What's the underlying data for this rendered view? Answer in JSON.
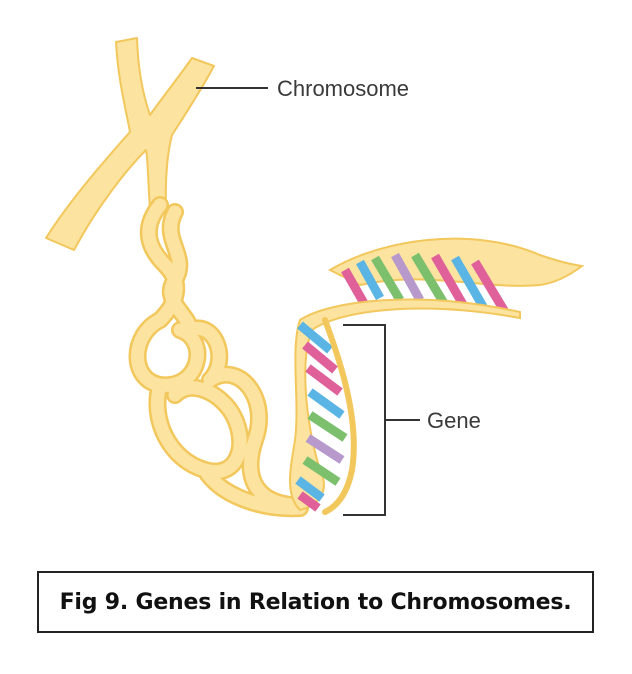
{
  "labels": {
    "chromosome": "Chromosome",
    "gene": "Gene"
  },
  "caption": "Fig 9. Genes in Relation to Chromosomes.",
  "colors": {
    "ribbon_fill": "#FCE3A0",
    "ribbon_edge": "#F2C75C",
    "base_blue": "#5AB4E4",
    "base_pink": "#E0609A",
    "base_green": "#7CC06E",
    "base_purple": "#B79ACB",
    "leader_line": "#333333"
  }
}
